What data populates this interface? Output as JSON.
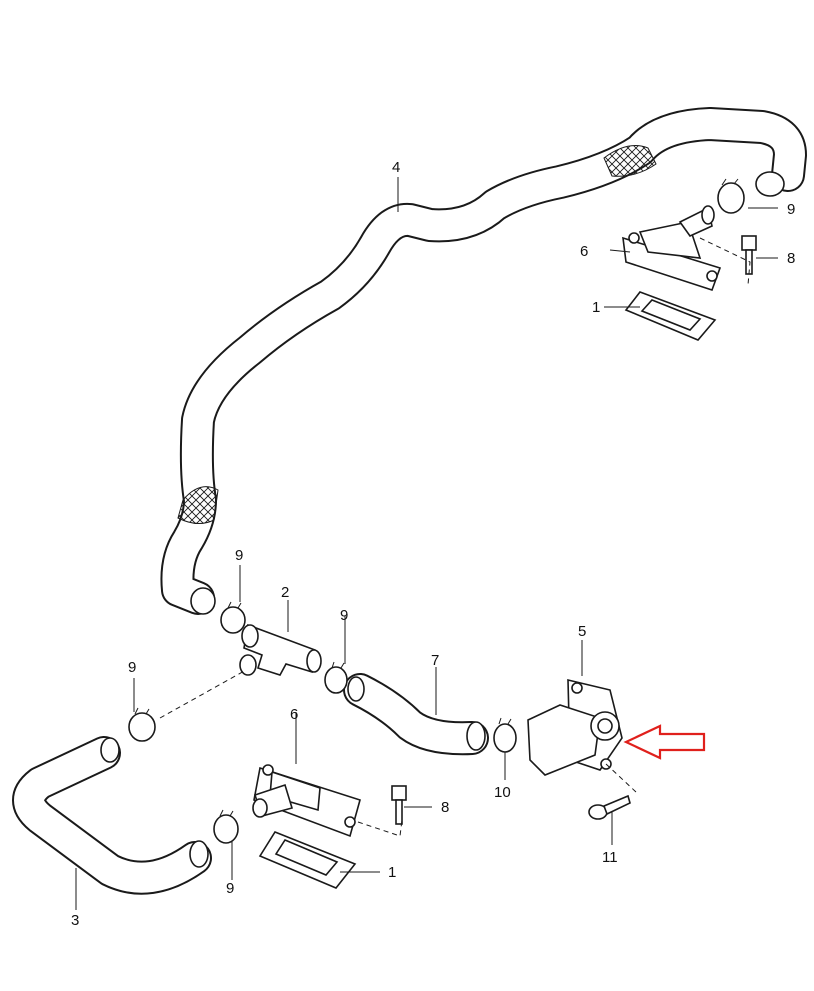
{
  "callouts": {
    "c1a": "1",
    "c1b": "1",
    "c2": "2",
    "c3": "3",
    "c4": "4",
    "c5": "5",
    "c6a": "6",
    "c6b": "6",
    "c7": "7",
    "c8a": "8",
    "c8b": "8",
    "c9a": "9",
    "c9b": "9",
    "c9c": "9",
    "c9d": "9",
    "c9e": "9",
    "c10": "10",
    "c11": "11"
  },
  "colors": {
    "line": "#1a1a1a",
    "highlight_arrow": "#e0201c"
  }
}
